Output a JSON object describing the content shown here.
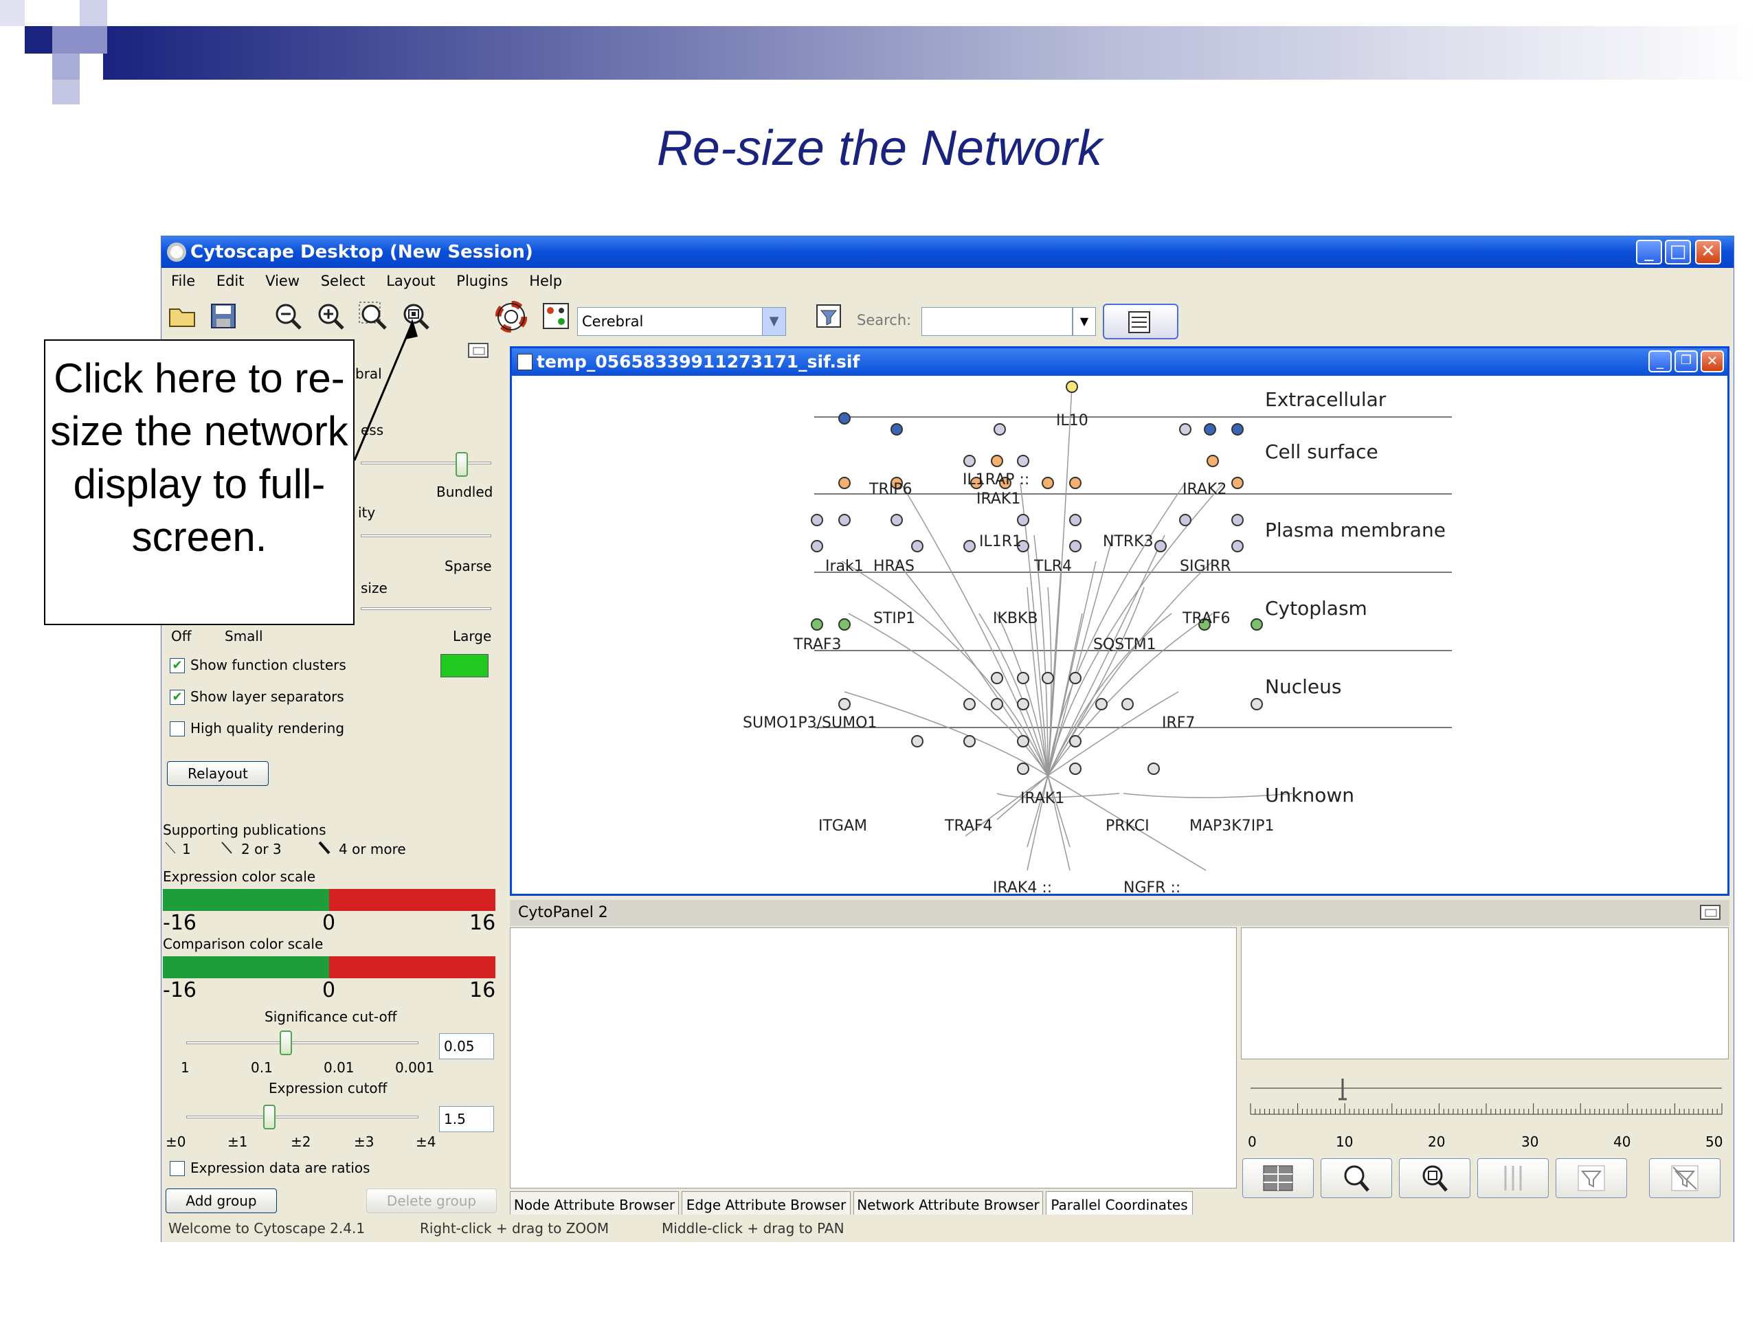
{
  "slide": {
    "title": "Re-size the Network"
  },
  "app": {
    "title": "Cytoscape Desktop (New Session)",
    "menu": [
      "File",
      "Edit",
      "View",
      "Select",
      "Layout",
      "Plugins",
      "Help"
    ],
    "layout_select": "Cerebral",
    "search_label": "Search:",
    "search_value": ""
  },
  "left_panel": {
    "partial_tab": "bral",
    "partial_label_1": "ess",
    "bundled_label": "Bundled",
    "partial_label_2": "ity",
    "sparse_label": "Sparse",
    "partial_label_3": "size",
    "size_off": "Off",
    "size_small": "Small",
    "size_large": "Large",
    "show_function_clusters": "Show function clusters",
    "show_layer_separators": "Show layer separators",
    "high_quality": "High quality rendering",
    "relayout": "Relayout",
    "supporting_publications": "Supporting publications",
    "pub_1": "1",
    "pub_2": "2 or 3",
    "pub_4": "4 or more",
    "expression_color_scale": "Expression color scale",
    "comparison_color_scale": "Comparison color scale",
    "scale_min": "-16",
    "scale_mid": "0",
    "scale_max": "16",
    "significance_cutoff": "Significance cut-off",
    "sig_ticks": [
      "1",
      "0.1",
      "0.01",
      "0.001"
    ],
    "sig_value": "0.05",
    "expression_cutoff": "Expression cutoff",
    "exp_ticks": [
      "±0",
      "±1",
      "±2",
      "±3",
      "±4"
    ],
    "exp_value": "1.5",
    "expression_ratios": "Expression data are ratios",
    "add_group": "Add group",
    "delete_group": "Delete group",
    "colors": {
      "green": "#1e9e3a",
      "red": "#d42020",
      "cluster": "#20c820"
    }
  },
  "network": {
    "window_title": "temp_05658339911273171_sif.sif",
    "layers": [
      "Extracellular",
      "Cell surface",
      "Plasma membrane",
      "Cytoplasm",
      "Nucleus",
      "Unknown"
    ],
    "labels": {
      "il10": "IL10",
      "trip6": "TRIP6",
      "il1rap": "IL1RAP ::",
      "irak1a": "IRAK1",
      "irak2": "IRAK2",
      "il1r1": "IL1R1",
      "ntrk3": "NTRK3",
      "irak1b": "Irak1",
      "hras": "HRAS",
      "tlr4": "TLR4",
      "sigirr": "SIGIRR",
      "stip1": "STIP1",
      "ikbkb": "IKBKB",
      "traf6": "TRAF6",
      "traf3": "TRAF3",
      "sqstm1": "SQSTM1",
      "sumo": "SUMO1P3/SUMO1",
      "irf7": "IRF7",
      "irak1c": "IRAK1",
      "itgam": "ITGAM",
      "traf4": "TRAF4",
      "prkci": "PRKCI",
      "map3k7ip1": "MAP3K7IP1",
      "irak4": "IRAK4 ::",
      "ngfr": "NGFR ::"
    }
  },
  "cytopanel2": {
    "title": "CytoPanel 2",
    "tabs": [
      "Node Attribute Browser",
      "Edge Attribute Browser",
      "Network Attribute Browser",
      "Parallel Coordinates"
    ],
    "active_tab": "Parallel Coordinates",
    "ruler": [
      "0",
      "10",
      "20",
      "30",
      "40",
      "50"
    ]
  },
  "status": {
    "welcome": "Welcome to Cytoscape 2.4.1",
    "zoom_hint": "Right-click + drag  to  ZOOM",
    "pan_hint": "Middle-click + drag  to  PAN"
  },
  "callout": {
    "text": "Click here to re-size the network display to full-screen."
  }
}
